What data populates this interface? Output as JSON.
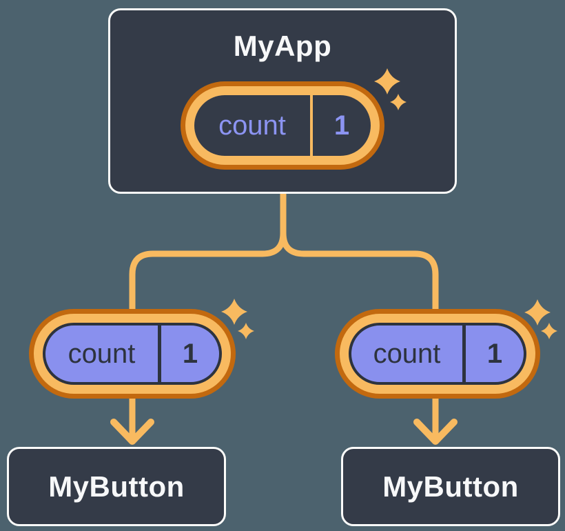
{
  "diagram": {
    "root": {
      "title": "MyApp",
      "state": {
        "label": "count",
        "value": "1"
      }
    },
    "children": [
      {
        "title": "MyButton",
        "state": {
          "label": "count",
          "value": "1"
        }
      },
      {
        "title": "MyButton",
        "state": {
          "label": "count",
          "value": "1"
        }
      }
    ]
  },
  "icons": {
    "sparkle": "✦"
  },
  "colors": {
    "bg": "#4C626E",
    "node_bg": "#343B48",
    "node_border": "#FCFCFA",
    "orange_dark": "#C2690F",
    "orange_light": "#F8BA60",
    "purple": "#8990EE",
    "periwinkle": "#8C94F2",
    "ink": "#2D333E",
    "text_light": "#F7F8F9"
  }
}
